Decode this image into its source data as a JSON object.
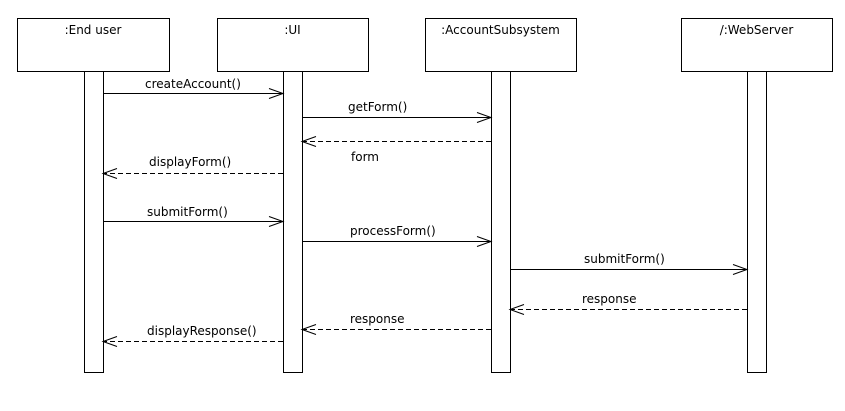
{
  "participants": [
    {
      "id": "enduser",
      "label": ":End user"
    },
    {
      "id": "ui",
      "label": ":UI"
    },
    {
      "id": "account",
      "label": ":AccountSubsystem"
    },
    {
      "id": "webserver",
      "label": "/:WebServer"
    }
  ],
  "messages": [
    {
      "from": "enduser",
      "to": "ui",
      "label": "createAccount()",
      "kind": "call"
    },
    {
      "from": "ui",
      "to": "account",
      "label": "getForm()",
      "kind": "call"
    },
    {
      "from": "account",
      "to": "ui",
      "label": "form",
      "kind": "return"
    },
    {
      "from": "ui",
      "to": "enduser",
      "label": "displayForm()",
      "kind": "return"
    },
    {
      "from": "enduser",
      "to": "ui",
      "label": "submitForm()",
      "kind": "call"
    },
    {
      "from": "ui",
      "to": "account",
      "label": "processForm()",
      "kind": "call"
    },
    {
      "from": "account",
      "to": "webserver",
      "label": "submitForm()",
      "kind": "call"
    },
    {
      "from": "webserver",
      "to": "account",
      "label": "response",
      "kind": "return"
    },
    {
      "from": "account",
      "to": "ui",
      "label": "response",
      "kind": "return"
    },
    {
      "from": "ui",
      "to": "enduser",
      "label": "displayResponse()",
      "kind": "return"
    }
  ]
}
